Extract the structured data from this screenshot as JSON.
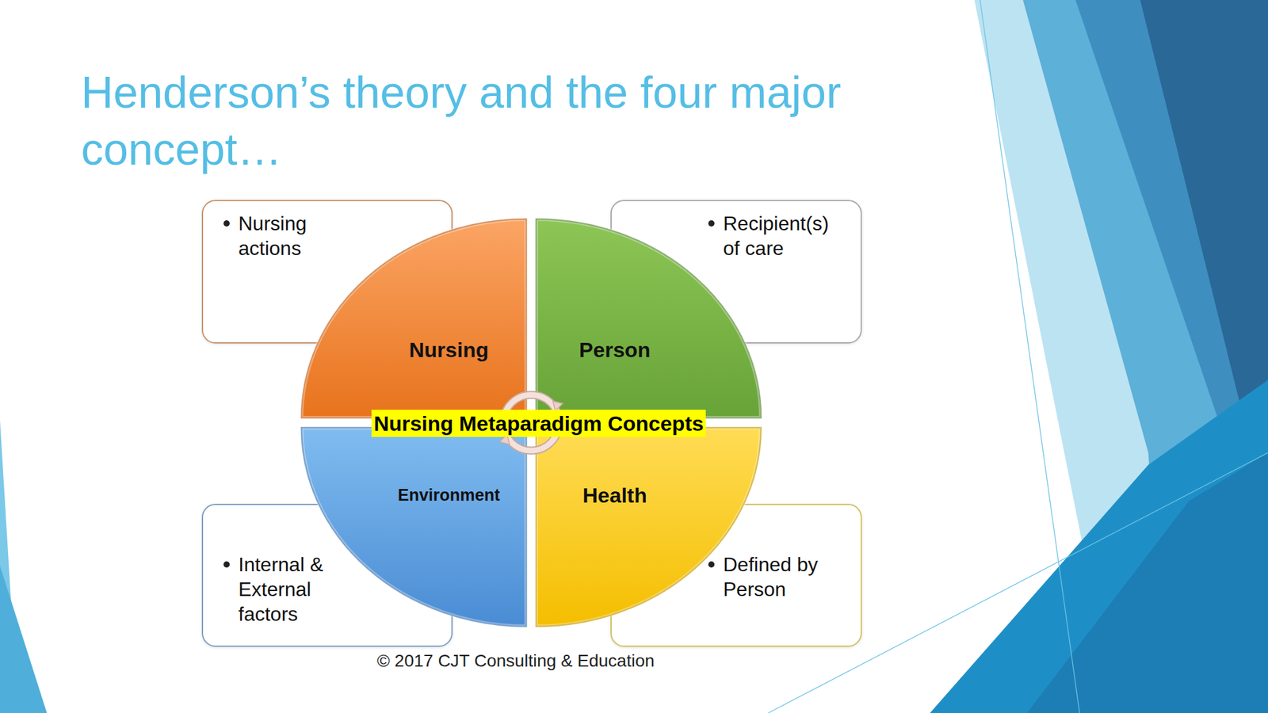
{
  "diagram": {
    "title": "Henderson’s theory and the four major concept…",
    "nodes": [
      {
        "text": [
          "Nursing actions"
        ]
      },
      {
        "text": [
          "Recipient(s) of care"
        ]
      },
      {
        "text": [
          "Nursing"
        ]
      },
      {
        "text": [
          "Person"
        ]
      },
      {
        "text": [
          "Nursing Metaparadigm Concepts"
        ]
      },
      {
        "text": [
          "Environment"
        ]
      },
      {
        "text": [
          "Health"
        ]
      },
      {
        "text": [
          "Internal & External factors"
        ]
      },
      {
        "text": [
          "Defined by Person"
        ]
      }
    ],
    "labels": [
      "© 2017 CJT Consulting & Education"
    ]
  }
}
